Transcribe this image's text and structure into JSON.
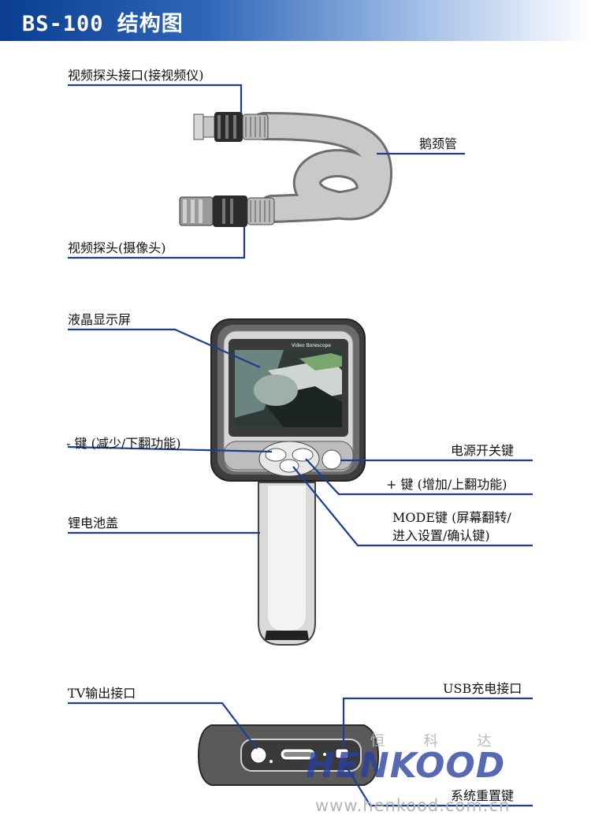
{
  "header": {
    "title": "BS-100 结构图"
  },
  "labels": {
    "probe_interface": "视频探头接口(接视频仪)",
    "gooseneck": "鹅颈管",
    "probe_camera": "视频探头(摄像头)",
    "lcd": "液晶显示屏",
    "minus_key": "- 键 (减少/下翻功能)",
    "power_key": "电源开关键",
    "plus_key": "+ 键 (增加/上翻功能)",
    "battery_cover": "锂电池盖",
    "mode_key_line1": "MODE键 (屏幕翻转/",
    "mode_key_line2": "进入设置/确认键)",
    "tv_out": "TV输出接口",
    "usb_port": "USB充电接口",
    "reset_key": "系统重置键"
  },
  "device": {
    "screen_brand": "Video Borescope"
  },
  "watermark": {
    "brand": "HENKOOD",
    "chinese": "恒 科 达",
    "url": "www.henkood.com.cn"
  },
  "colors": {
    "accent": "#0a3d91",
    "line": "#1a3f8f",
    "brand_red": "#d8232a",
    "brand_blue": "#2a3f9e"
  }
}
